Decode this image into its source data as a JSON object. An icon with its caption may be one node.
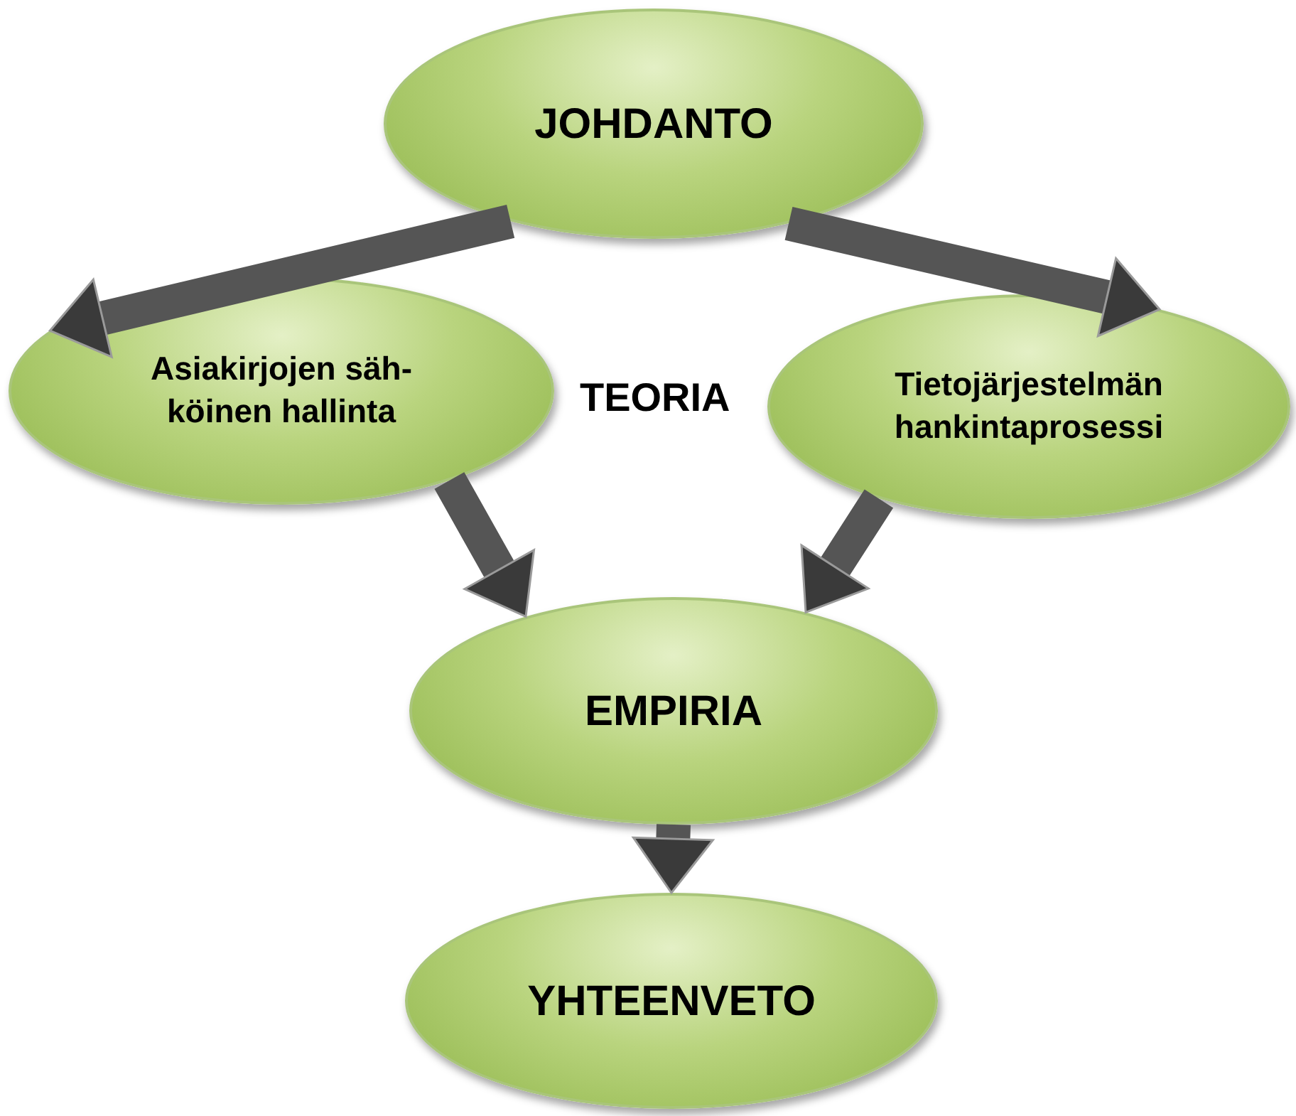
{
  "diagram": {
    "nodes": [
      {
        "text": [
          "JOHDANTO"
        ]
      },
      {
        "text": [
          "Asiakirjojen säh-köinen hallinta"
        ]
      },
      {
        "text": [
          "Tietojärjestelmän hankintaprosessi"
        ]
      },
      {
        "text": [
          "EMPIRIA"
        ]
      },
      {
        "text": [
          "YHTEENVETO"
        ]
      }
    ],
    "edges": [
      {
        "from": 0,
        "to": 1,
        "arrow": "to"
      },
      {
        "from": 0,
        "to": 2,
        "arrow": "to"
      },
      {
        "from": 1,
        "to": 3,
        "arrow": "to"
      },
      {
        "from": 2,
        "to": 3,
        "arrow": "to"
      },
      {
        "from": 3,
        "to": 4,
        "arrow": "to"
      }
    ],
    "labels": [
      "TEORIA"
    ]
  }
}
